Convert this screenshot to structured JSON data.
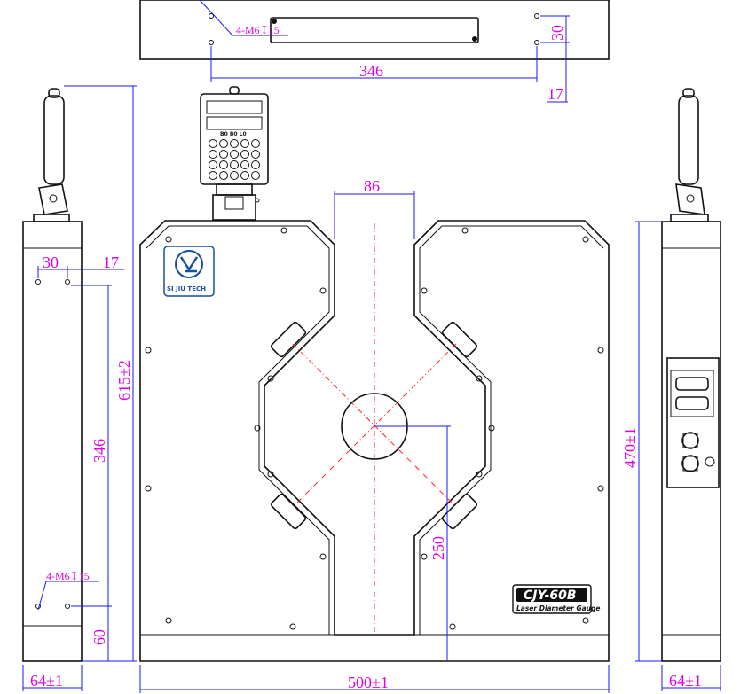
{
  "dimensions": {
    "top_length": "346",
    "top_30": "30",
    "top_17": "17",
    "top_thread": "4-M6↧15",
    "side_30": "30",
    "side_17": "17",
    "side_615": "615±2",
    "side_346": "346",
    "side_thread": "4-M6↧15",
    "side_60": "60",
    "side_width_left": "64±1",
    "front_86": "86",
    "front_250": "250",
    "front_width": "500±1",
    "right_470": "470±1",
    "side_width_right": "64±1"
  },
  "logo": {
    "company": "SI JIU TECH"
  },
  "nameplate": {
    "model": "CJY-60B",
    "description": "Laser Diameter Gauge"
  },
  "controller": {
    "keys_label": "B0 B0 L0"
  },
  "colors": {
    "dimension_text": "#e000e0",
    "dimension_line": "#1a1aff",
    "laser_line": "#ff2020",
    "outline": "#111111"
  }
}
